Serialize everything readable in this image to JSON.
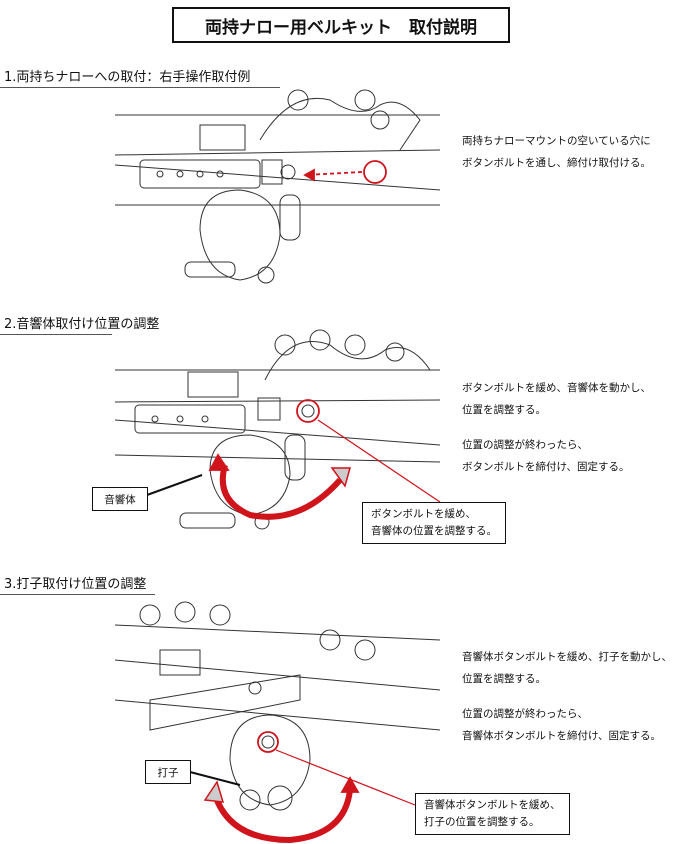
{
  "title": "両持ナロー用ベルキット　取付説明",
  "sections": [
    {
      "heading": "1.両持ちナローへの取付：右手操作取付例",
      "text": [
        "両持ちナローマウントの空いている穴に",
        "ボタンボルトを通し、締付け取付ける。"
      ]
    },
    {
      "heading": "2.音響体取付け位置の調整",
      "text": [
        "ボタンボルトを緩め、音響体を動かし、",
        "位置を調整する。",
        "位置の調整が終わったら、",
        "ボタンボルトを締付け、固定する。"
      ],
      "part_label": "音響体",
      "callout": [
        "ボタンボルトを緩め、",
        "音響体の位置を調整する。"
      ]
    },
    {
      "heading": "3.打子取付け位置の調整",
      "text": [
        "音響体ボタンボルトを緩め、打子を動かし、",
        "位置を調整する。",
        "位置の調整が終わったら、",
        "音響体ボタンボルトを締付け、固定する。"
      ],
      "part_label": "打子",
      "callout": [
        "音響体ボタンボルトを緩め、",
        "打子の位置を調整する。"
      ]
    }
  ],
  "colors": {
    "accent": "#d0141c",
    "line": "#222222"
  }
}
